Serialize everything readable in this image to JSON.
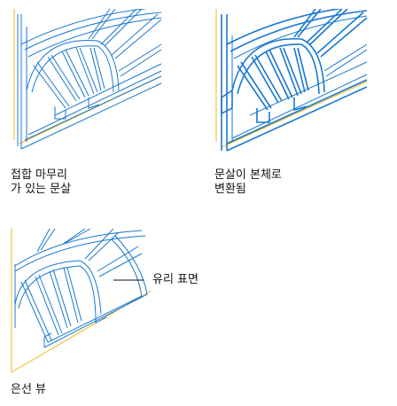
{
  "panels": [
    {
      "id": "joint-finish",
      "caption_lines": [
        "접합 마무리",
        "가 있는 문살"
      ]
    },
    {
      "id": "mullion-to-body",
      "caption_lines": [
        "문살이 본체로",
        "변환됨"
      ]
    },
    {
      "id": "hidden-line",
      "caption_lines": [
        "은선 뷰"
      ]
    }
  ],
  "callout": {
    "label": "유리 표면"
  },
  "colors": {
    "geometry": "#1a78d2",
    "guide": "#f2b61a",
    "text": "#111111"
  }
}
